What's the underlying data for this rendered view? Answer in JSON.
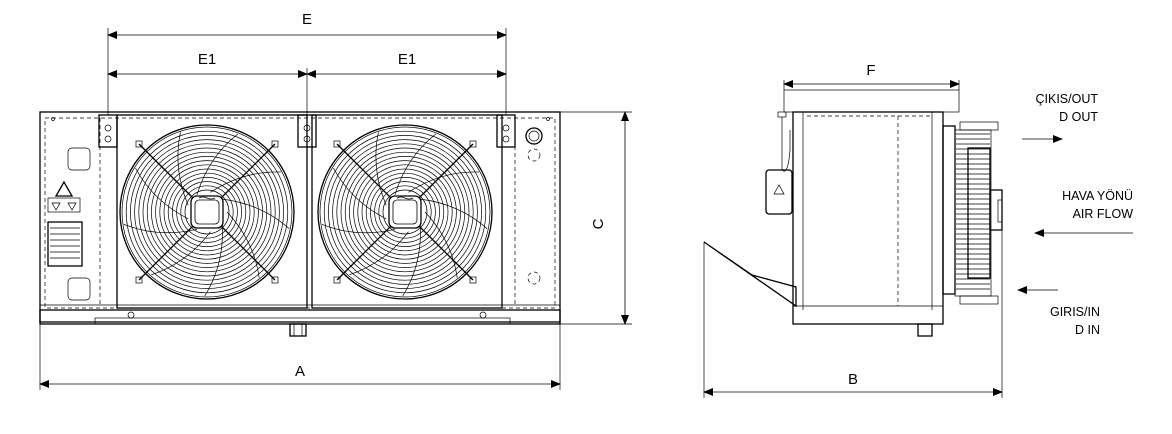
{
  "dimensions": {
    "a": "A",
    "b": "B",
    "c": "C",
    "e": "E",
    "e1_left": "E1",
    "e1_right": "E1",
    "f": "F"
  },
  "airflow": {
    "outlet_line1": "ÇIKIS/OUT",
    "outlet_line2": "D OUT",
    "air_line1": "HAVA YÖNÜ",
    "air_line2": "AIR FLOW",
    "inlet_line1": "GIRIS/IN",
    "inlet_line2": "D IN"
  },
  "fans": [
    {
      "position": "left"
    },
    {
      "position": "right"
    }
  ]
}
